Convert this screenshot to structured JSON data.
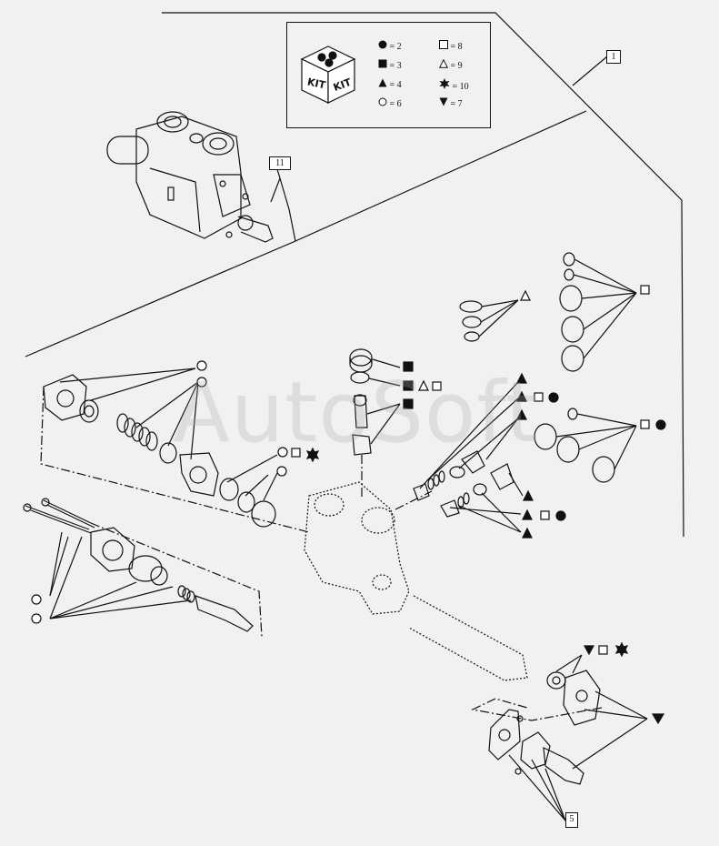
{
  "legend": {
    "kit_label_top": "KIT",
    "kit_label_side": "KIT",
    "entries": [
      {
        "symbol": "filled-circle",
        "text": "= 2"
      },
      {
        "symbol": "filled-square",
        "text": "= 3"
      },
      {
        "symbol": "filled-triangle",
        "text": "= 4"
      },
      {
        "symbol": "open-circle",
        "text": "= 6"
      },
      {
        "symbol": "open-square",
        "text": "= 8"
      },
      {
        "symbol": "open-triangle",
        "text": "= 9"
      },
      {
        "symbol": "star",
        "text": "= 10"
      },
      {
        "symbol": "inverted-triangle",
        "text": "= 7"
      }
    ]
  },
  "callouts": {
    "item_1": "1",
    "item_11": "11",
    "item_5": "5"
  },
  "watermark": "AutoSoft"
}
